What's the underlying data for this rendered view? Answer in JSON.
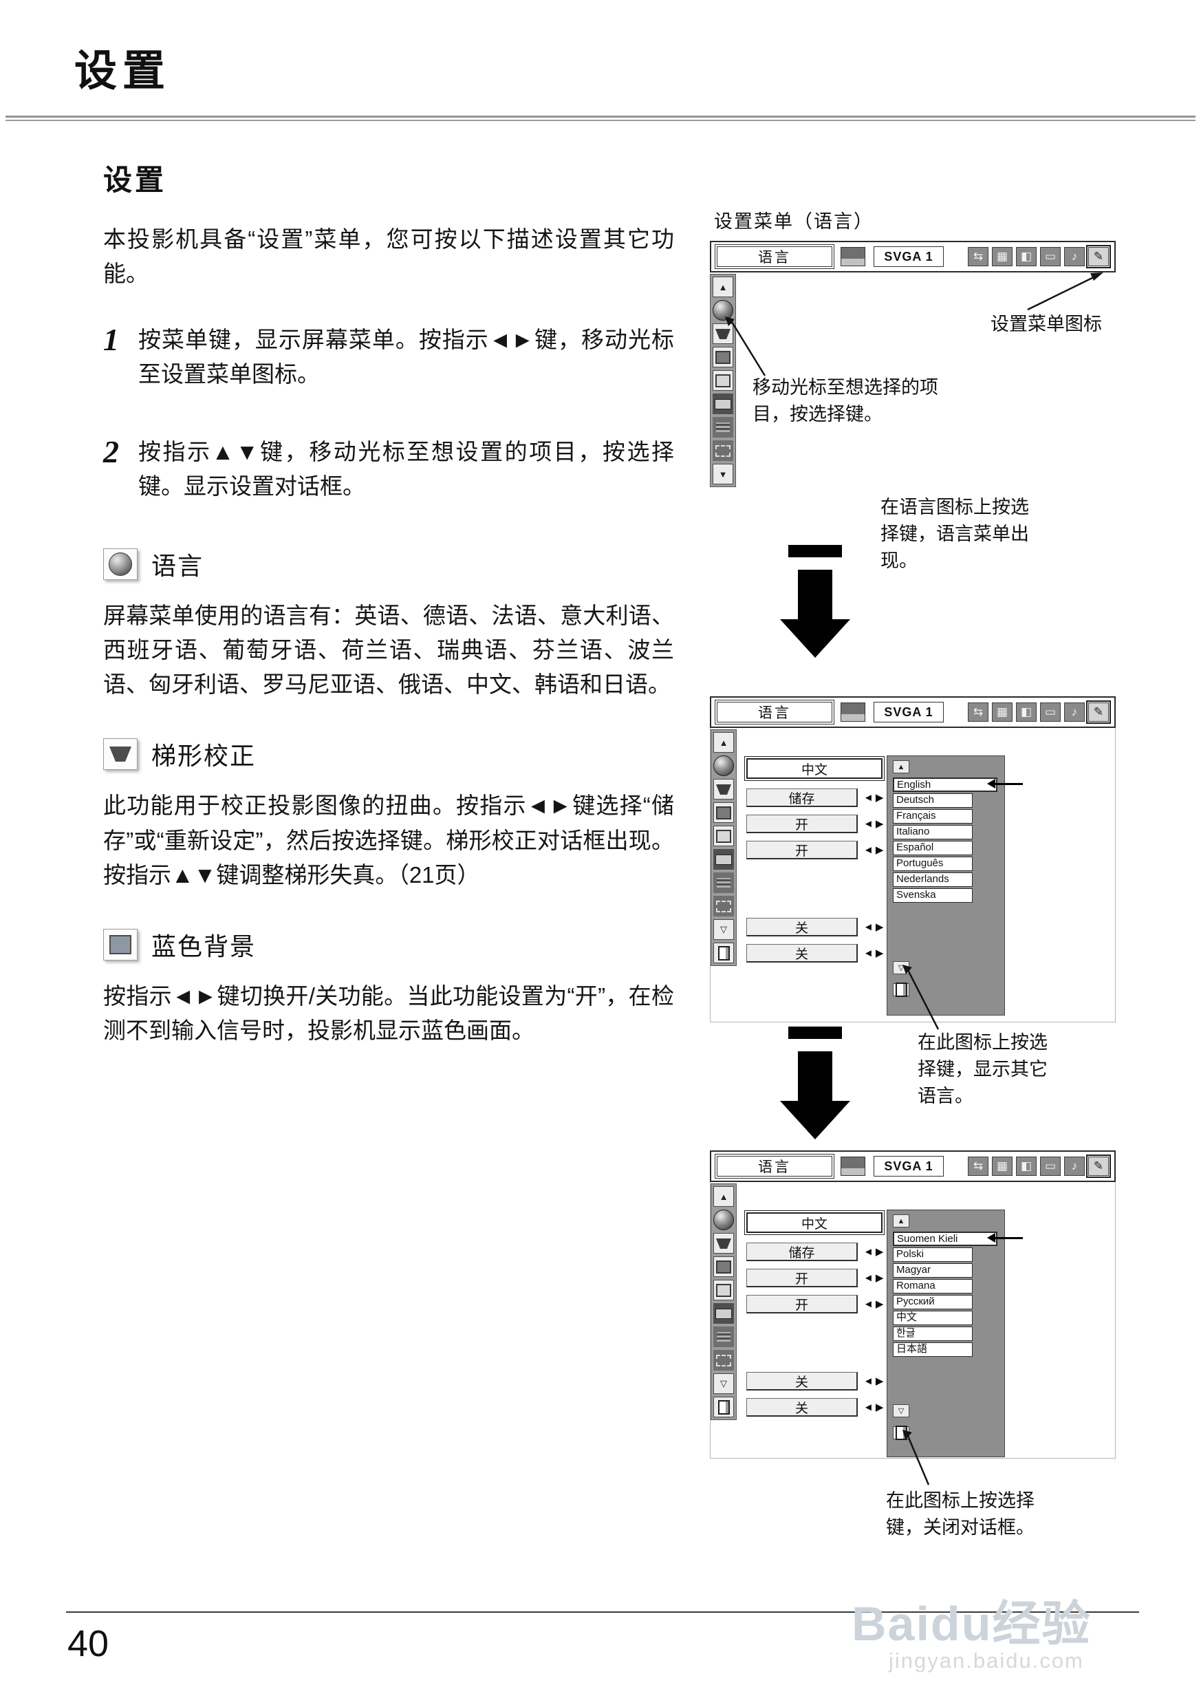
{
  "header": {
    "title": "设置"
  },
  "content": {
    "section_title": "设置",
    "intro": "本投影机具备“设置”菜单，您可按以下描述设置其它功能。",
    "steps": [
      {
        "num": "1",
        "text": "按菜单键，显示屏幕菜单。按指示◄►键，移动光标至设置菜单图标。"
      },
      {
        "num": "2",
        "text": "按指示▲▼键，移动光标至想设置的项目，按选择键。显示设置对话框。"
      }
    ],
    "features": [
      {
        "icon": "globe-icon",
        "title": "语言",
        "body": "屏幕菜单使用的语言有：英语、德语、法语、意大利语、西班牙语、葡萄牙语、荷兰语、瑞典语、芬兰语、波兰语、匈牙利语、罗马尼亚语、俄语、中文、韩语和日语。"
      },
      {
        "icon": "keystone-icon",
        "title": "梯形校正",
        "body": "此功能用于校正投影图像的扭曲。按指示◄►键选择“储存”或“重新设定”，然后按选择键。梯形校正对话框出现。按指示▲▼键调整梯形失真。（21页）"
      },
      {
        "icon": "blue-background-icon",
        "title": "蓝色背景",
        "body": "按指示◄►键切换开/关功能。当此功能设置为“开”，在检测不到输入信号时，投影机显示蓝色画面。"
      }
    ]
  },
  "figure": {
    "caption": "设置菜单（语言）",
    "toolbar": {
      "menu_label": "语言",
      "source_label": "SVGA 1"
    },
    "callouts": {
      "menu_icon": "设置菜单图标",
      "cursor": "移动光标至想选择的项目，按选择键。",
      "note1": "在语言图标上按选择键，语言菜单出现。",
      "note2": "在此图标上按选择键，显示其它语言。",
      "note3": "在此图标上按选择键，关闭对话框。"
    },
    "settings": [
      "中文",
      "储存",
      "开",
      "开",
      "关",
      "关"
    ],
    "languages_page1": [
      "English",
      "Deutsch",
      "Français",
      "Italiano",
      "Español",
      "Português",
      "Nederlands",
      "Svenska"
    ],
    "languages_page2": [
      "Suomen Kieli",
      "Polski",
      "Magyar",
      "Romana",
      "Русский",
      "中文",
      "한글",
      "日本語"
    ]
  },
  "footer": {
    "page_number": "40",
    "watermark_brand": "Baidu经验",
    "watermark_url": "jingyan.baidu.com"
  },
  "colors": {
    "strip_gray": "#9c9c9c",
    "panel_gray": "#8e8e8e",
    "watermark": "#ccd3da"
  }
}
